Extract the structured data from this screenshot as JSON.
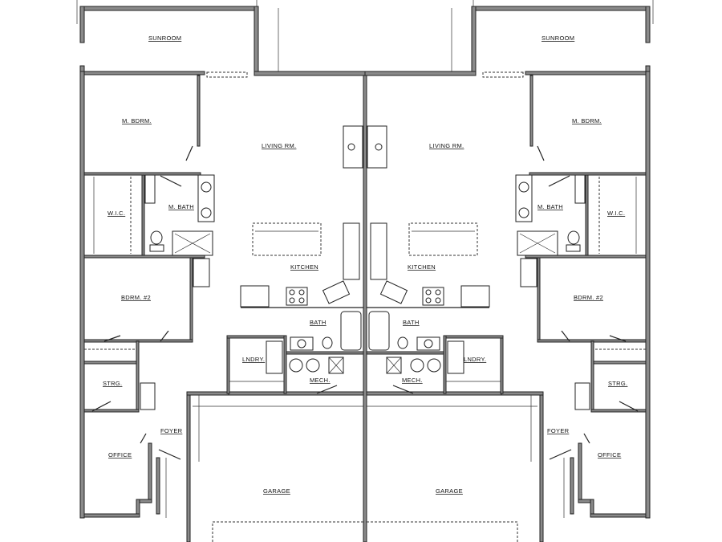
{
  "plan": {
    "units": [
      {
        "rooms": {
          "sunroom": "SUNROOM",
          "master_bedroom": "M. BDRM.",
          "living_room": "LIVING RM.",
          "walk_in_closet": "W.I.C.",
          "master_bath": "M. BATH",
          "kitchen": "KITCHEN",
          "bedroom_2": "BDRM. #2",
          "bath": "BATH",
          "laundry": "LNDRY.",
          "mechanical": "MECH.",
          "storage": "STRG.",
          "foyer": "FOYER",
          "office": "OFFICE",
          "garage": "GARAGE"
        }
      },
      {
        "rooms": {
          "sunroom": "SUNROOM",
          "master_bedroom": "M. BDRM.",
          "living_room": "LIVING RM.",
          "walk_in_closet": "W.I.C.",
          "master_bath": "M. BATH",
          "kitchen": "KITCHEN",
          "bedroom_2": "BDRM. #2",
          "bath": "BATH",
          "laundry": "LNDRY.",
          "mechanical": "MECH.",
          "storage": "STRG.",
          "foyer": "FOYER",
          "office": "OFFICE",
          "garage": "GARAGE"
        }
      }
    ]
  }
}
